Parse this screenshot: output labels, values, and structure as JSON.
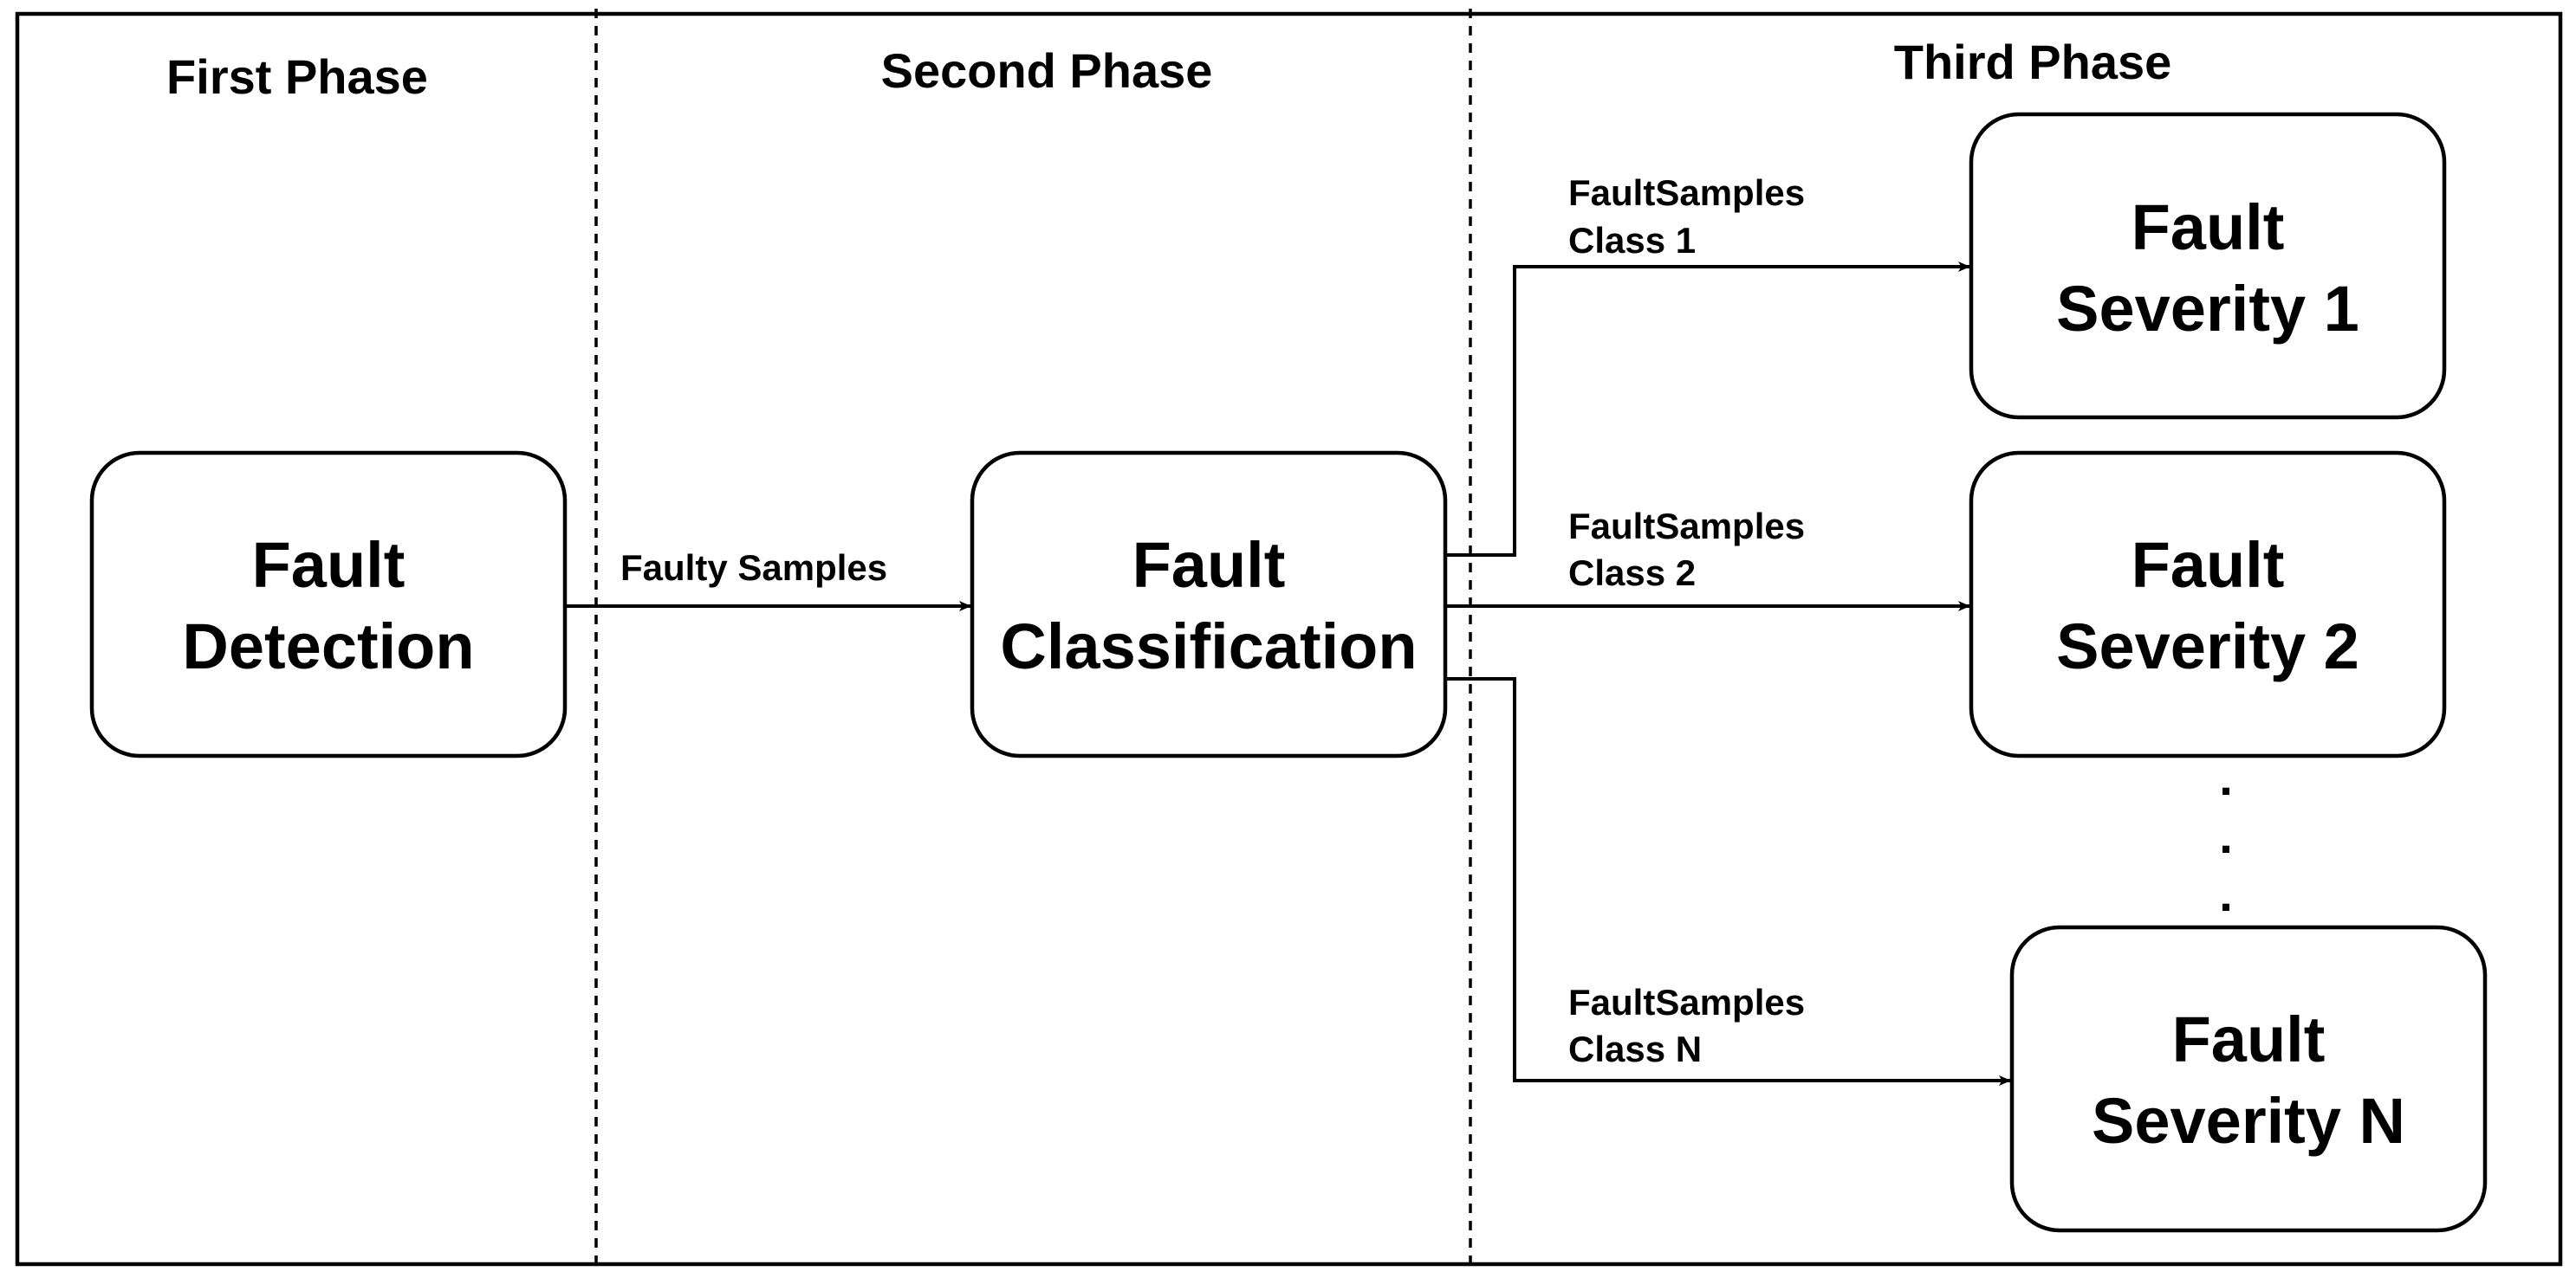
{
  "phases": {
    "first": "First Phase",
    "second": "Second Phase",
    "third": "Third Phase"
  },
  "nodes": {
    "detection": {
      "line1": "Fault",
      "line2": "Detection"
    },
    "classification": {
      "line1": "Fault",
      "line2": "Classification"
    },
    "severity1": {
      "line1": "Fault",
      "line2": "Severity 1"
    },
    "severity2": {
      "line1": "Fault",
      "line2": "Severity 2"
    },
    "severityN": {
      "line1": "Fault",
      "line2": "Severity N"
    }
  },
  "edges": {
    "faulty_samples": "Faulty Samples",
    "class1": {
      "line1": "FaultSamples",
      "line2": "Class 1"
    },
    "class2": {
      "line1": "FaultSamples",
      "line2": "Class 2"
    },
    "classN": {
      "line1": "FaultSamples",
      "line2": "Class N"
    }
  },
  "ellipsis": "."
}
